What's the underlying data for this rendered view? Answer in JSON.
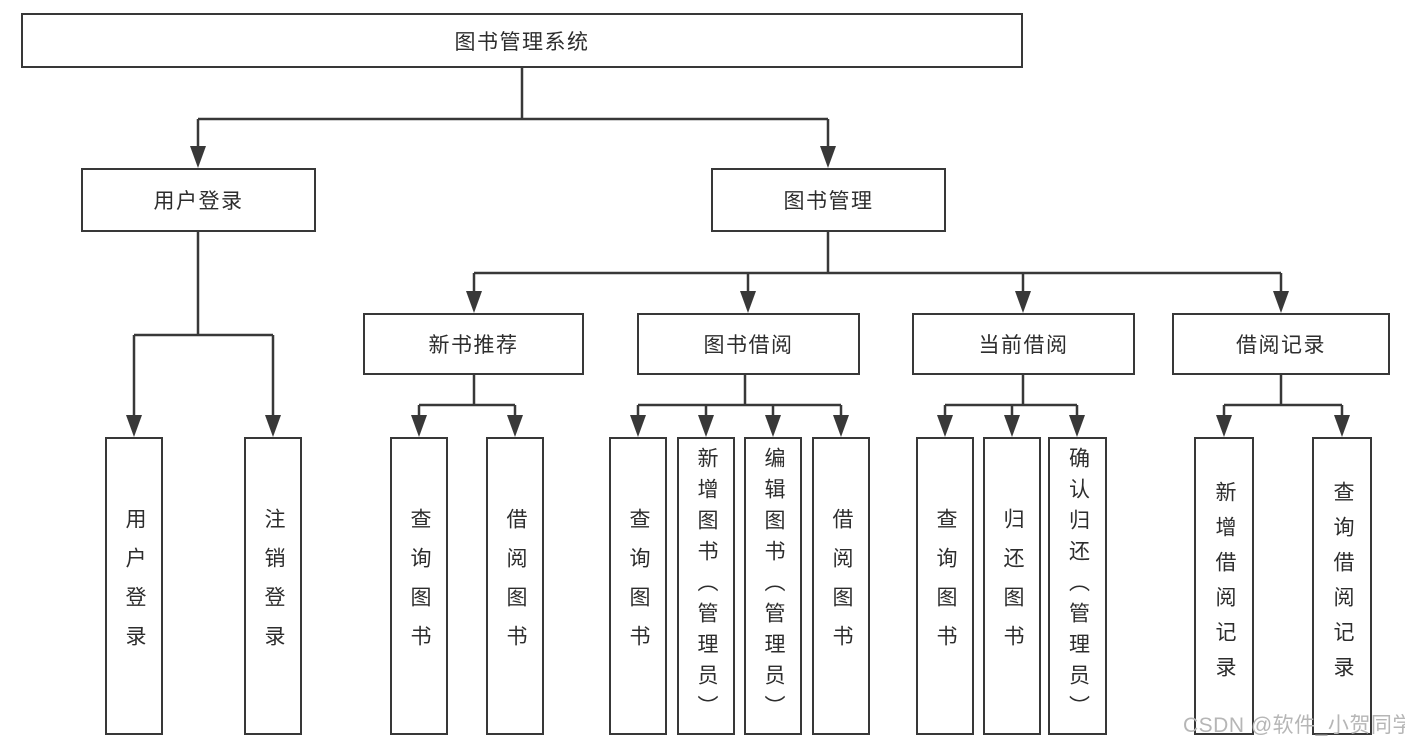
{
  "colors": {
    "line": "#383838",
    "text": "#2d2d2d",
    "box_background": "#ffffff",
    "watermark": "#b6b6b6"
  },
  "tree": {
    "root": {
      "label": "图书管理系统"
    },
    "branches": [
      {
        "label": "用户登录",
        "children": [
          {
            "label": "用户登录"
          },
          {
            "label": "注销登录"
          }
        ]
      },
      {
        "label": "图书管理",
        "groups": [
          {
            "label": "新书推荐",
            "children": [
              {
                "label": "查询图书"
              },
              {
                "label": "借阅图书"
              }
            ]
          },
          {
            "label": "图书借阅",
            "children": [
              {
                "label": "查询图书"
              },
              {
                "label": "新增图书（管理员）"
              },
              {
                "label": "编辑图书（管理员）"
              },
              {
                "label": "借阅图书"
              }
            ]
          },
          {
            "label": "当前借阅",
            "children": [
              {
                "label": "查询图书"
              },
              {
                "label": "归还图书"
              },
              {
                "label": "确认归还（管理员）"
              }
            ]
          },
          {
            "label": "借阅记录",
            "children": [
              {
                "label": "新增借阅记录"
              },
              {
                "label": "查询借阅记录"
              }
            ]
          }
        ]
      }
    ]
  },
  "watermark": {
    "text": "CSDN @软件_小贺同学"
  }
}
